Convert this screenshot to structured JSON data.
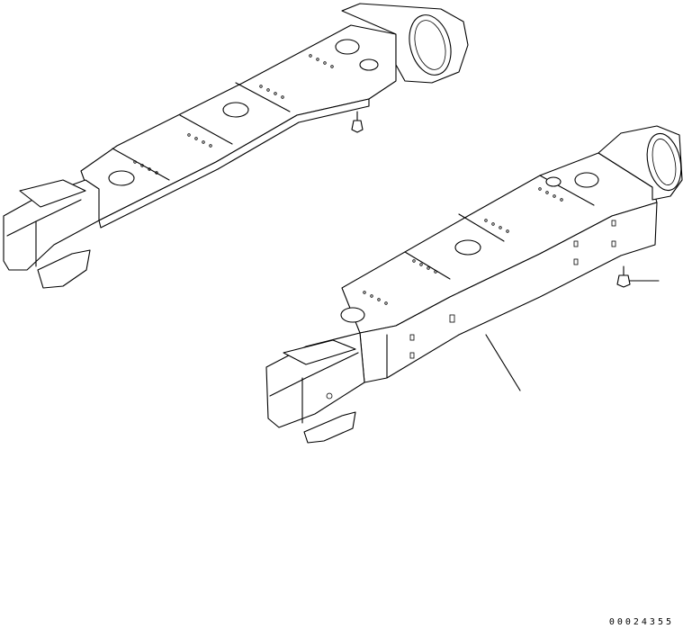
{
  "drawing": {
    "reference_number": "00024355",
    "parts": [
      {
        "name": "left-track-frame"
      },
      {
        "name": "right-track-frame"
      },
      {
        "name": "bolt-left"
      },
      {
        "name": "bolt-right"
      }
    ]
  }
}
